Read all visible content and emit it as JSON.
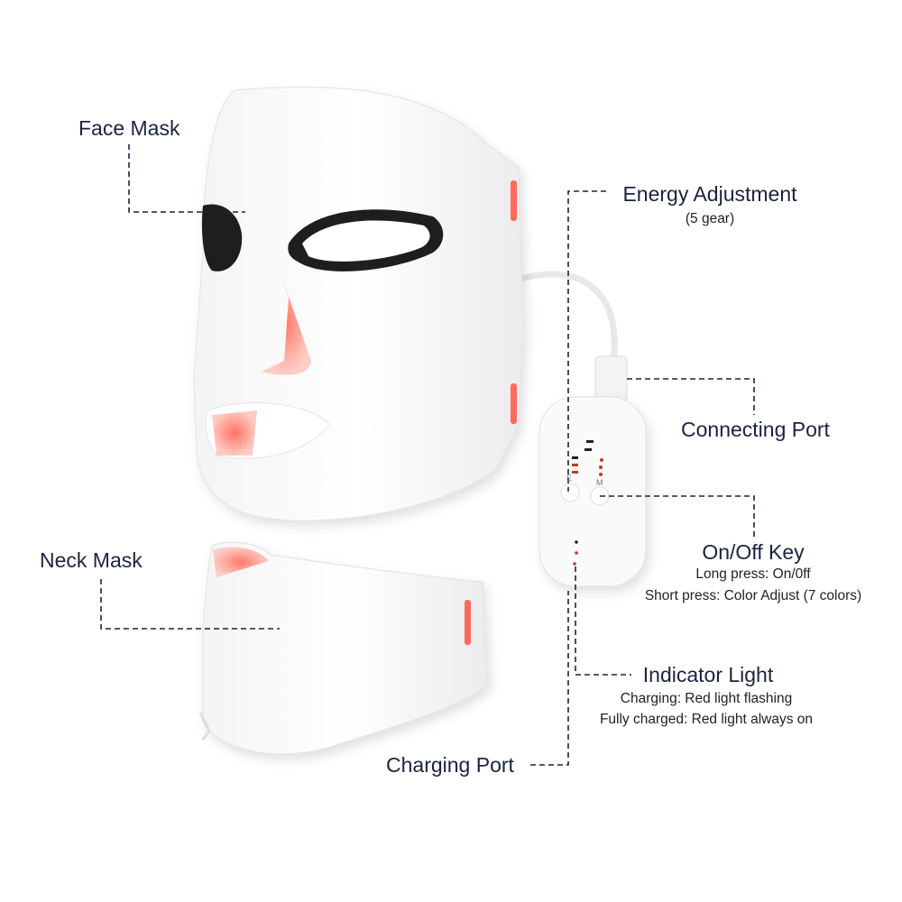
{
  "labels": {
    "face_mask": "Face Mask",
    "neck_mask": "Neck Mask",
    "energy_adjustment": {
      "title": "Energy Adjustment",
      "detail": "(5 gear)"
    },
    "connecting_port": "Connecting Port",
    "on_off_key": {
      "title": "On/Off Key",
      "lines": [
        "Long press: On/0ff",
        "Short press: Color Adjust (7 colors)"
      ]
    },
    "indicator_light": {
      "title": "Indicator Light",
      "lines": [
        "Charging: Red light flashing",
        "Fully charged: Red light always on"
      ]
    },
    "charging_port": "Charging Port"
  },
  "controller": {
    "buttons": [
      "E",
      "M"
    ]
  },
  "colors": {
    "label_text": "#1b2340",
    "led_red": "#ff6a5c",
    "leader_line": "#1b2340"
  }
}
